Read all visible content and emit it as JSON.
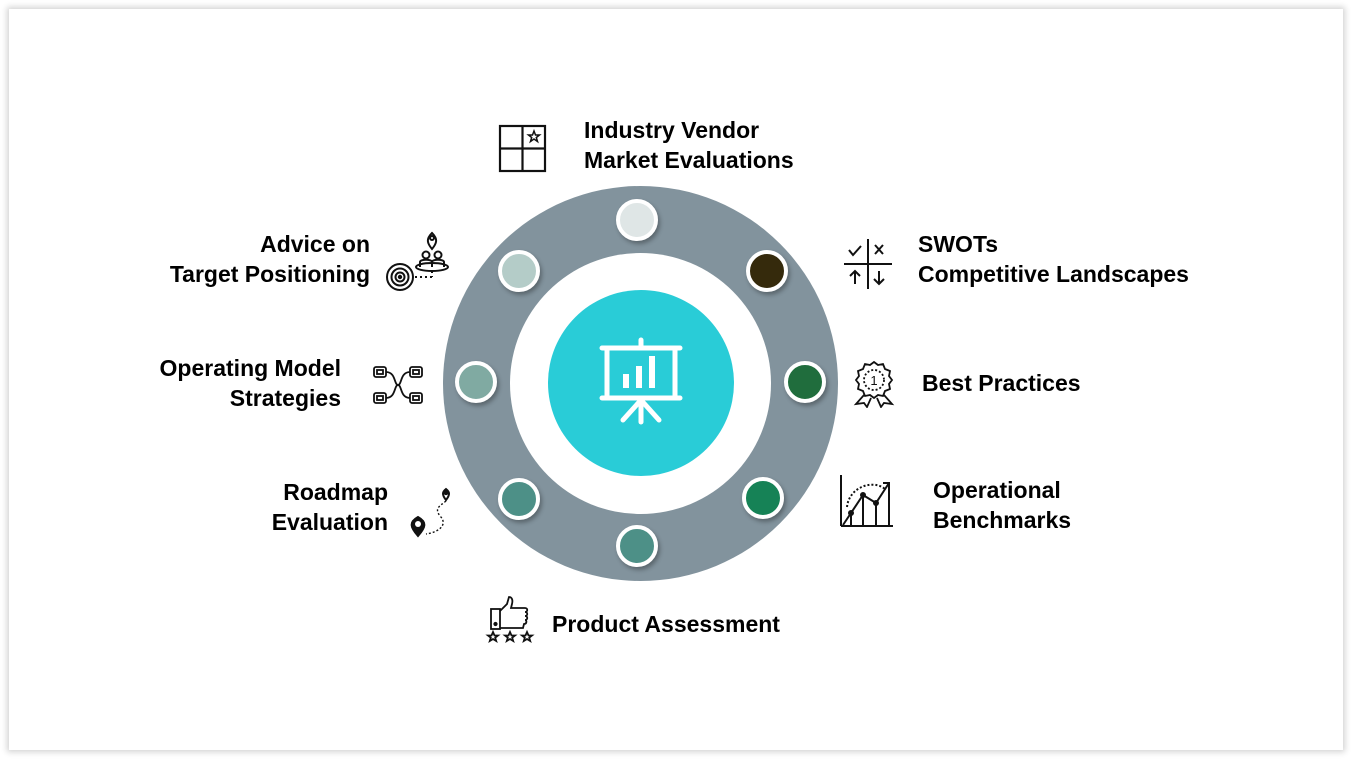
{
  "diagram": {
    "type": "radial-hub",
    "center": {
      "icon": "presentation-board-chart-icon",
      "color": "#29ccd7"
    },
    "ring_color": "#82939d",
    "items": [
      {
        "label_line1": "Industry Vendor",
        "label_line2": "Market Evaluations",
        "icon": "quadrant-star-icon",
        "dot_color": "#dfe6e6"
      },
      {
        "label_line1": "SWOTs",
        "label_line2": "Competitive Landscapes",
        "icon": "swot-grid-icon",
        "dot_color": "#352a0c"
      },
      {
        "label_line1": "Best Practices",
        "label_line2": "",
        "icon": "award-badge-icon",
        "dot_color": "#206d3d"
      },
      {
        "label_line1": "Operational",
        "label_line2": "Benchmarks",
        "icon": "growth-chart-icon",
        "dot_color": "#168256"
      },
      {
        "label_line1": "Product Assessment",
        "label_line2": "",
        "icon": "thumbs-up-stars-icon",
        "dot_color": "#4d9087"
      },
      {
        "label_line1": "Roadmap",
        "label_line2": "Evaluation",
        "icon": "route-pins-icon",
        "dot_color": "#4d9087"
      },
      {
        "label_line1": "Operating Model",
        "label_line2": "Strategies",
        "icon": "network-nodes-icon",
        "dot_color": "#80aaa2"
      },
      {
        "label_line1": "Advice on",
        "label_line2": "Target Positioning",
        "icon": "target-audience-icon",
        "dot_color": "#b4ccc8"
      }
    ]
  }
}
